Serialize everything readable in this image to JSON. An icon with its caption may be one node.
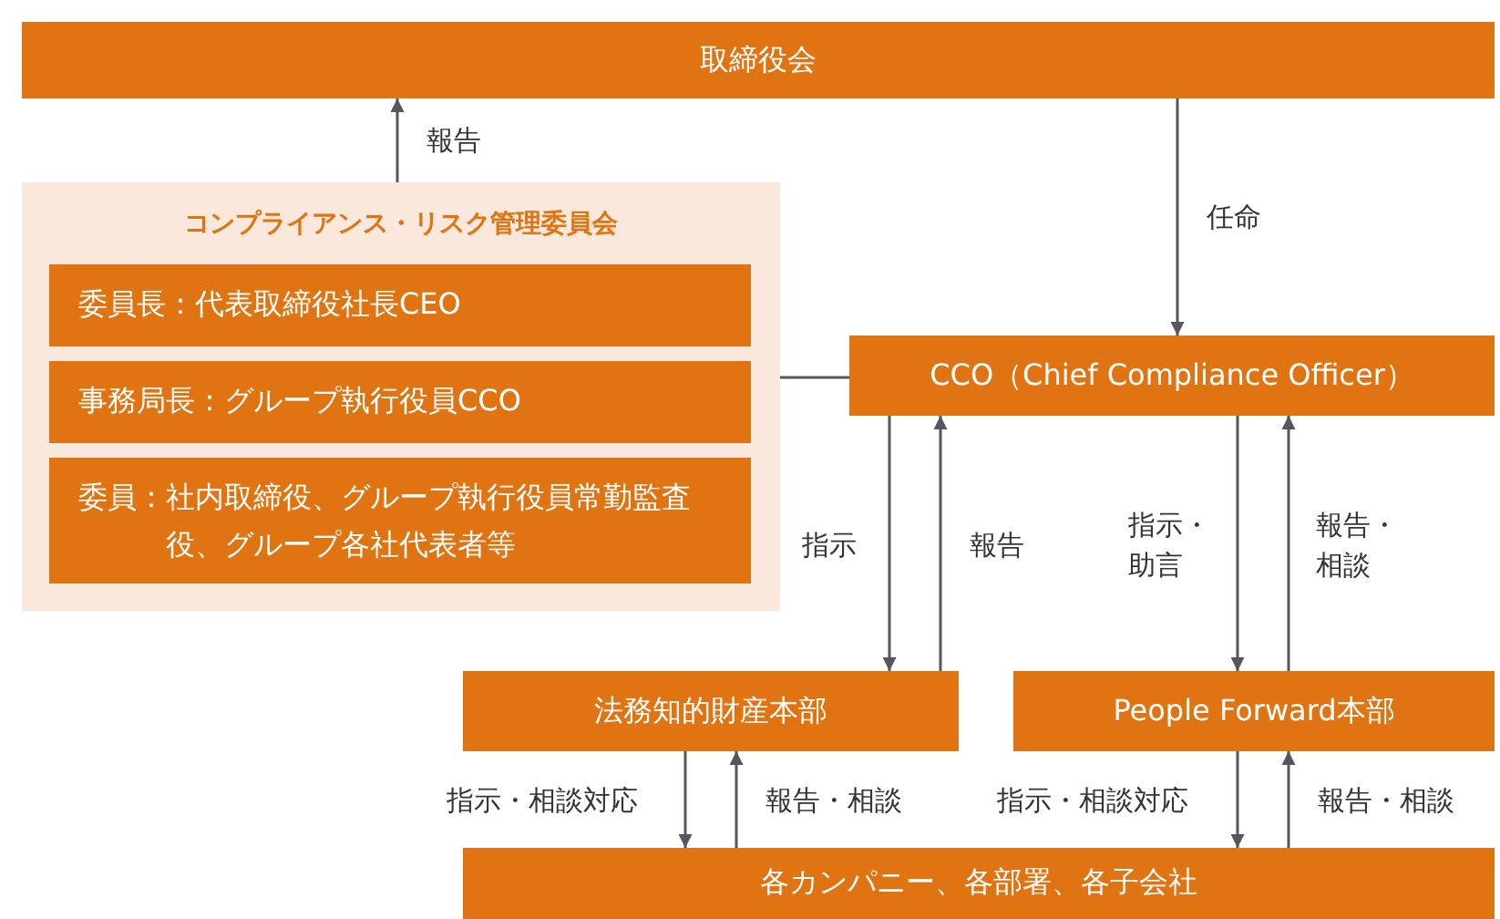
{
  "diagram": {
    "nodes": [
      {
        "text": [
          "取締役会"
        ]
      },
      {
        "text": [
          "コンプライアンス・リスク管理委員会"
        ]
      },
      {
        "text": [
          "委員長：代表取締役社長CEO"
        ],
        "in": 1
      },
      {
        "text": [
          "事務局長：グループ執行役員CCO"
        ],
        "in": 1
      },
      {
        "text": [
          "委員：社内取締役、グループ執行役員常勤監査役、グループ各社代表者等"
        ],
        "in": 1
      },
      {
        "text": [
          "CCO（Chief Compliance Officer）"
        ]
      },
      {
        "text": [
          "法務知的財産本部"
        ]
      },
      {
        "text": [
          "People Forward本部"
        ]
      },
      {
        "text": [
          "各カンパニー、各部署、各子会社"
        ]
      }
    ],
    "edges": [
      {
        "from": 1,
        "to": 0,
        "arrow": "to",
        "label": "報告"
      },
      {
        "from": 0,
        "to": 5,
        "arrow": "to",
        "label": "任命"
      },
      {
        "from": 3,
        "to": 5,
        "arrow": "none"
      },
      {
        "from": 5,
        "to": 6,
        "arrow": "to",
        "label": "指示"
      },
      {
        "from": 6,
        "to": 5,
        "arrow": "to",
        "label": "報告"
      },
      {
        "from": 5,
        "to": 7,
        "arrow": "to",
        "label": "指示・助言"
      },
      {
        "from": 7,
        "to": 5,
        "arrow": "to",
        "label": "報告・相談"
      },
      {
        "from": 6,
        "to": 8,
        "arrow": "to",
        "label": "指示・相談対応"
      },
      {
        "from": 8,
        "to": 6,
        "arrow": "to",
        "label": "報告・相談"
      },
      {
        "from": 7,
        "to": 8,
        "arrow": "to",
        "label": "指示・相談対応"
      },
      {
        "from": 8,
        "to": 7,
        "arrow": "to",
        "label": "報告・相談"
      }
    ]
  }
}
